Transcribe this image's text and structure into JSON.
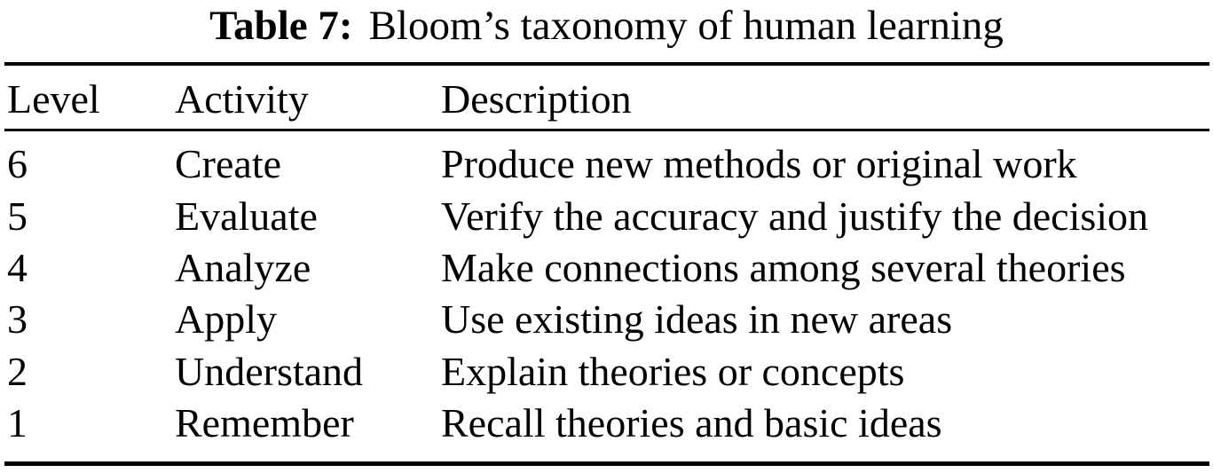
{
  "caption": {
    "label": "Table 7:",
    "text": "Bloom’s taxonomy of human learning"
  },
  "table": {
    "columns": [
      "Level",
      "Activity",
      "Description"
    ],
    "rows": [
      {
        "level": "6",
        "activity": "Create",
        "description": "Produce new methods or original work"
      },
      {
        "level": "5",
        "activity": "Evaluate",
        "description": "Verify the accuracy and justify the decision"
      },
      {
        "level": "4",
        "activity": "Analyze",
        "description": "Make connections among several theories"
      },
      {
        "level": "3",
        "activity": "Apply",
        "description": "Use existing ideas in new areas"
      },
      {
        "level": "2",
        "activity": "Understand",
        "description": "Explain theories or concepts"
      },
      {
        "level": "1",
        "activity": "Remember",
        "description": "Recall theories and basic ideas"
      }
    ]
  },
  "colors": {
    "text": "#000000",
    "background": "#ffffff",
    "rule": "#000000"
  }
}
